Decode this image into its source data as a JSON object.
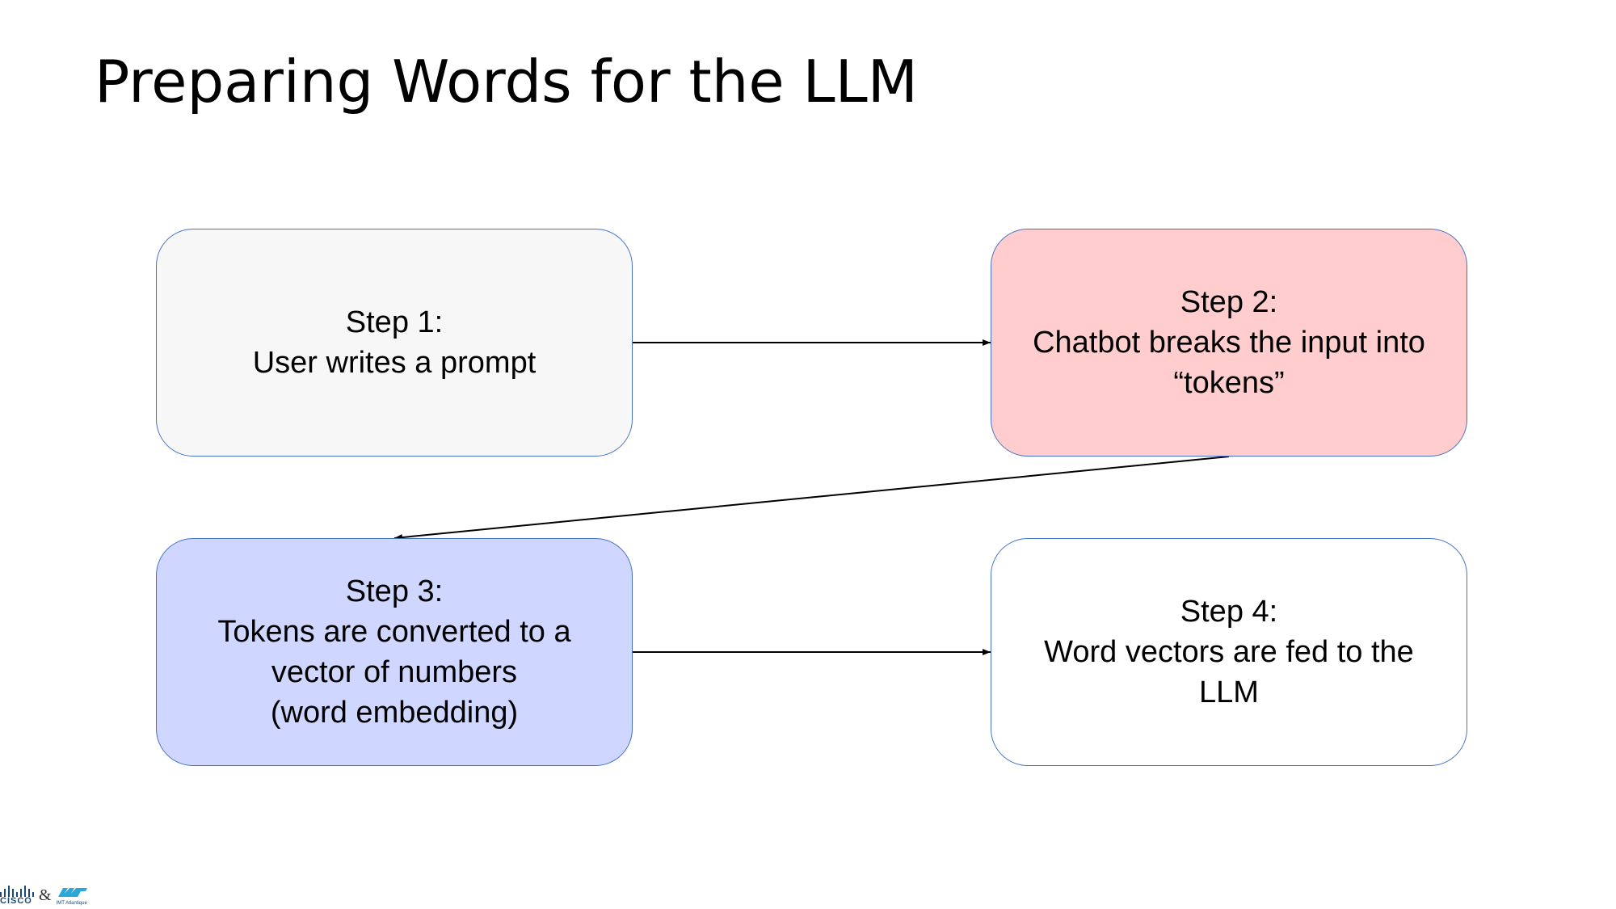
{
  "slide": {
    "title": "Preparing Words for the LLM"
  },
  "steps": [
    {
      "text": "Step 1:\nUser writes a prompt",
      "fill": "#f7f7f7"
    },
    {
      "text": "Step 2:\nChatbot breaks the input into “tokens”",
      "fill": "#ffcdcd"
    },
    {
      "text": "Step 3:\nTokens are converted to a vector of numbers\n(word embedding)",
      "fill": "#cfd6ff"
    },
    {
      "text": "Step 4:\nWord vectors are fed to the LLM",
      "fill": "#ffffff"
    }
  ],
  "colors": {
    "box_border": "#4472c4",
    "arrow": "#000000"
  },
  "logo": {
    "cisco_text": "CISCO",
    "imt_text": "IMT Atlantique"
  }
}
